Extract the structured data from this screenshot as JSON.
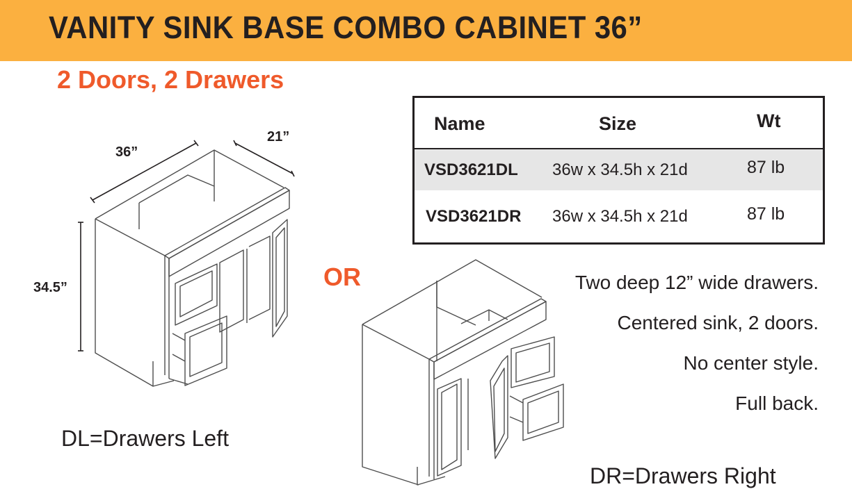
{
  "header": {
    "title": "VANITY SINK BASE COMBO CABINET 36”",
    "background_color": "#fbb040"
  },
  "subtitle": {
    "text": "2 Doors, 2 Drawers",
    "color": "#ef5a2b"
  },
  "spec_table": {
    "columns": [
      "Name",
      "Size",
      "Wt"
    ],
    "rows": [
      {
        "name": "VSD3621DL",
        "size": "36w x 34.5h x 21d",
        "wt": "87 lb",
        "shaded": true
      },
      {
        "name": "VSD3621DR",
        "size": "36w x 34.5h x 21d",
        "wt": "87 lb",
        "shaded": false
      }
    ]
  },
  "diagram_left": {
    "dimensions": {
      "width": "36”",
      "depth": "21”",
      "height": "34.5”"
    },
    "legend": "DL=Drawers Left"
  },
  "or_label": "OR",
  "diagram_right": {
    "legend": "DR=Drawers Right"
  },
  "features": [
    "Two deep 12” wide drawers.",
    "Centered sink, 2 doors.",
    "No center style.",
    "Full back."
  ]
}
